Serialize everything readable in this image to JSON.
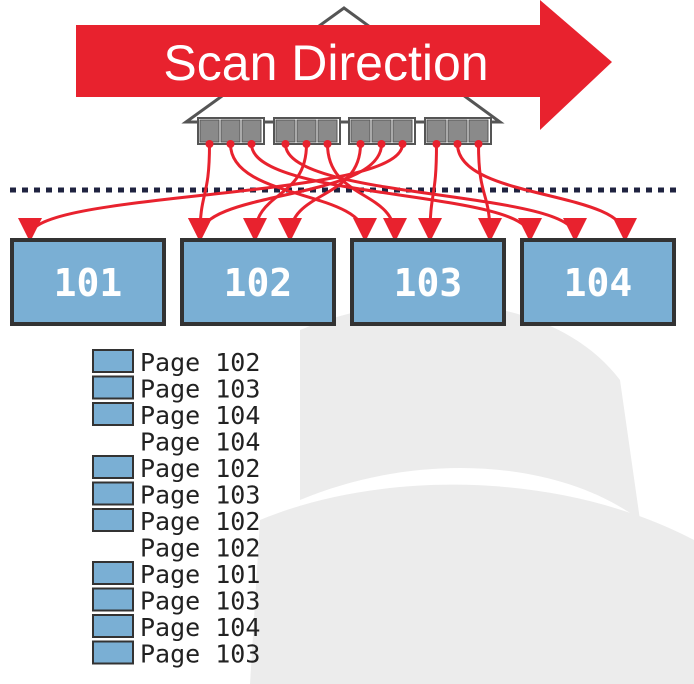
{
  "scan_label": "Scan Direction",
  "colors": {
    "arrow": "#e8222e",
    "page_fill": "#7aafd4",
    "page_border": "#333333",
    "node_slot": "#8a8a8a",
    "divider": "#1f2340"
  },
  "pages": [
    {
      "id": "101"
    },
    {
      "id": "102"
    },
    {
      "id": "103"
    },
    {
      "id": "104"
    }
  ],
  "page_list": [
    {
      "label": "Page 102",
      "marked": true
    },
    {
      "label": "Page 103",
      "marked": true
    },
    {
      "label": "Page 104",
      "marked": true
    },
    {
      "label": "Page 104",
      "marked": false
    },
    {
      "label": "Page 102",
      "marked": true
    },
    {
      "label": "Page 103",
      "marked": true
    },
    {
      "label": "Page 102",
      "marked": true
    },
    {
      "label": "Page 102",
      "marked": false
    },
    {
      "label": "Page 101",
      "marked": true
    },
    {
      "label": "Page 103",
      "marked": true
    },
    {
      "label": "Page 104",
      "marked": true
    },
    {
      "label": "Page 103",
      "marked": true
    }
  ]
}
